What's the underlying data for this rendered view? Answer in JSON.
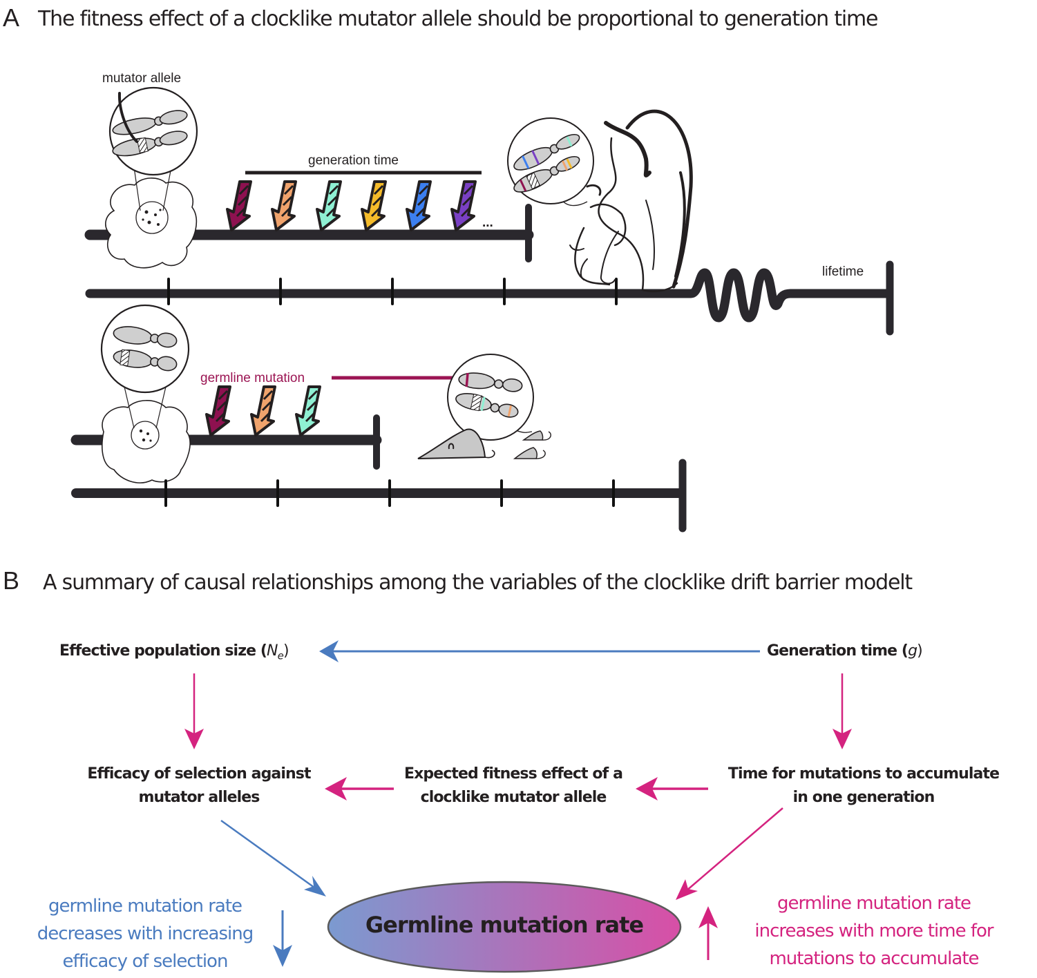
{
  "panel_a": {
    "letter": "A",
    "title": "The fitness effect of a clocklike mutator allele should be proportional to generation time",
    "labels": {
      "mutator_allele": "mutator allele",
      "generation_time": "generation time",
      "ellipsis": "...",
      "lifetime": "lifetime",
      "germline_mutation": "germline mutation"
    },
    "human_row": {
      "mutation_arrow_colors": [
        "#8e1150",
        "#f0a36c",
        "#8ff0d3",
        "#f5bb2a",
        "#3c7ff0",
        "#7a40c4"
      ],
      "generation_ticks": 5
    },
    "mouse_row": {
      "mutation_arrow_colors": [
        "#8e1150",
        "#f0a36c",
        "#8ff0d3"
      ],
      "generation_ticks": 5
    }
  },
  "panel_b": {
    "letter": "B",
    "title": "A summary of causal relationships among the variables of the clocklike drift barrier modelt",
    "nodes": {
      "ne": {
        "text": "Effective population size (",
        "symbol": "N",
        "subscript": "e",
        "close": ")"
      },
      "g": {
        "text": "Generation time (",
        "symbol": "g",
        "close": ")"
      },
      "efficacy": {
        "line1": "Efficacy of selection against",
        "line2": "mutator alleles"
      },
      "fitness": {
        "line1": "Expected fitness effect of a",
        "line2": "clocklike mutator allele"
      },
      "time": {
        "line1": "Time for mutations to accumulate",
        "line2": "in one generation"
      },
      "rate": "Germline mutation rate"
    },
    "notes": {
      "left": {
        "line1": "germline mutation rate",
        "line2": "decreases with increasing",
        "line3": "efficacy of selection"
      },
      "right": {
        "line1": "germline mutation rate",
        "line2": "increases with more time for",
        "line3": "mutations to accumulate"
      }
    },
    "colors": {
      "blue": "#4a7bbf",
      "pink": "#d4237f",
      "gradient_start": "#7b9ad0",
      "gradient_end": "#d84fa6"
    }
  }
}
